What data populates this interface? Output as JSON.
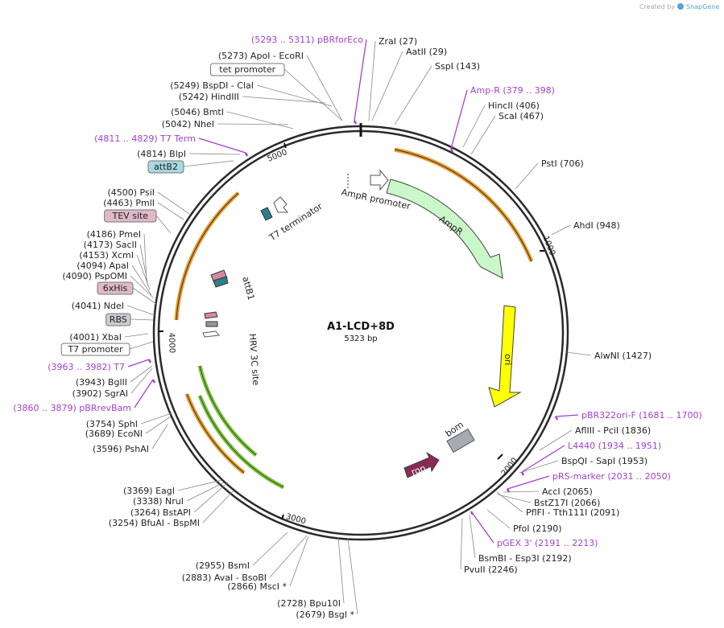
{
  "watermark": "Created by",
  "brand": "SnapGene",
  "plasmid": {
    "name": "A1-LCD+8D",
    "size": "5323 bp"
  },
  "colors": {
    "purple": "#a340cf",
    "black": "#222222",
    "ampR": "#c9f7c9",
    "ori": "#ffff00",
    "rop": "#8b2a57",
    "bom": "#a6abb2",
    "orange": "#f0a030",
    "green": "#7dc040",
    "tag_pink": "#e0b8c8",
    "tag_blue": "#a8d8e0",
    "tag_grey": "#c9cdd2"
  },
  "ticks": [
    "1000",
    "2000",
    "3000",
    "4000",
    "5000"
  ],
  "features": {
    "ampr_promoter": "AmpR promoter",
    "ampr": "AmpR",
    "ori": "ori",
    "bom": "bom",
    "rop": "rop",
    "t7_terminator": "T7 terminator",
    "attb1": "attB1",
    "hrv": "HRV 3C site"
  },
  "sites": [
    {
      "pos": "(27)",
      "name": "ZraI",
      "name2": "",
      "color": "black"
    },
    {
      "pos": "(29)",
      "name": "AatII",
      "name2": "",
      "color": "black"
    },
    {
      "pos": "(143)",
      "name": "SspI",
      "name2": "",
      "color": "black"
    },
    {
      "pos": "(379 .. 398)",
      "name": "Amp-R",
      "name2": "",
      "color": "purple"
    },
    {
      "pos": "(406)",
      "name": "HincII",
      "name2": "",
      "color": "black"
    },
    {
      "pos": "(467)",
      "name": "ScaI",
      "name2": "",
      "color": "black"
    },
    {
      "pos": "(706)",
      "name": "PstI",
      "name2": "",
      "color": "black"
    },
    {
      "pos": "(948)",
      "name": "AhdI",
      "name2": "",
      "color": "black"
    },
    {
      "pos": "(1427)",
      "name": "AlwNI",
      "name2": "",
      "color": "black"
    },
    {
      "pos": "(1681 .. 1700)",
      "name": "pBR322ori-F",
      "name2": "",
      "color": "purple"
    },
    {
      "pos": "(1836)",
      "name": "AflIII",
      "name2": "PciI",
      "color": "black"
    },
    {
      "pos": "(1934 .. 1951)",
      "name": "L4440",
      "name2": "",
      "color": "purple"
    },
    {
      "pos": "(1953)",
      "name": "BspQI",
      "name2": "SapI",
      "color": "black"
    },
    {
      "pos": "(2031 .. 2050)",
      "name": "pRS-marker",
      "name2": "",
      "color": "purple"
    },
    {
      "pos": "(2065)",
      "name": "AccI",
      "name2": "",
      "color": "black"
    },
    {
      "pos": "(2066)",
      "name": "BstZ17I",
      "name2": "",
      "color": "black"
    },
    {
      "pos": "(2091)",
      "name": "PflFI",
      "name2": "Tth111I",
      "color": "black"
    },
    {
      "pos": "(2190)",
      "name": "PfoI",
      "name2": "",
      "color": "black"
    },
    {
      "pos": "(2191 .. 2213)",
      "name": "pGEX 3'",
      "name2": "",
      "color": "purple"
    },
    {
      "pos": "(2192)",
      "name": "BsmBI",
      "name2": "Esp3I",
      "color": "black"
    },
    {
      "pos": "(2246)",
      "name": "PvuII",
      "name2": "",
      "color": "black"
    },
    {
      "pos": "(2679)",
      "name": "BsgI *",
      "name2": "",
      "color": "black"
    },
    {
      "pos": "(2728)",
      "name": "Bpu10I",
      "name2": "",
      "color": "black"
    },
    {
      "pos": "(2866)",
      "name": "MscI *",
      "name2": "",
      "color": "black"
    },
    {
      "pos": "(2883)",
      "name": "AvaI",
      "name2": "BsoBI",
      "color": "black"
    },
    {
      "pos": "(2955)",
      "name": "BsmI",
      "name2": "",
      "color": "black"
    },
    {
      "pos": "(3254)",
      "name": "BfuAI",
      "name2": "BspMI",
      "color": "black"
    },
    {
      "pos": "(3264)",
      "name": "BstAPI",
      "name2": "",
      "color": "black"
    },
    {
      "pos": "(3338)",
      "name": "NruI",
      "name2": "",
      "color": "black"
    },
    {
      "pos": "(3369)",
      "name": "EagI",
      "name2": "",
      "color": "black"
    },
    {
      "pos": "(3596)",
      "name": "PshAI",
      "name2": "",
      "color": "black"
    },
    {
      "pos": "(3689)",
      "name": "EcoNI",
      "name2": "",
      "color": "black"
    },
    {
      "pos": "(3754)",
      "name": "SphI",
      "name2": "",
      "color": "black"
    },
    {
      "pos": "(3860 .. 3879)",
      "name": "pBRrevBam",
      "name2": "",
      "color": "purple"
    },
    {
      "pos": "(3902)",
      "name": "SgrAI",
      "name2": "",
      "color": "black"
    },
    {
      "pos": "(3943)",
      "name": "BglII",
      "name2": "",
      "color": "black"
    },
    {
      "pos": "(3963 .. 3982)",
      "name": "T7",
      "name2": "",
      "color": "purple"
    },
    {
      "pos": "",
      "name": "T7 promoter",
      "name2": "",
      "color": "box-white"
    },
    {
      "pos": "(4001)",
      "name": "XbaI",
      "name2": "",
      "color": "black"
    },
    {
      "pos": "",
      "name": "RBS",
      "name2": "",
      "color": "box-grey"
    },
    {
      "pos": "(4041)",
      "name": "NdeI",
      "name2": "",
      "color": "black"
    },
    {
      "pos": "",
      "name": "6xHis",
      "name2": "",
      "color": "box-pink"
    },
    {
      "pos": "(4090)",
      "name": "PspOMI",
      "name2": "",
      "color": "black"
    },
    {
      "pos": "(4094)",
      "name": "ApaI",
      "name2": "",
      "color": "black"
    },
    {
      "pos": "(4153)",
      "name": "XcmI",
      "name2": "",
      "color": "black"
    },
    {
      "pos": "(4173)",
      "name": "SacII",
      "name2": "",
      "color": "black"
    },
    {
      "pos": "(4186)",
      "name": "PmeI",
      "name2": "",
      "color": "black"
    },
    {
      "pos": "",
      "name": "TEV site",
      "name2": "",
      "color": "box-pink"
    },
    {
      "pos": "(4463)",
      "name": "PmlI",
      "name2": "",
      "color": "black"
    },
    {
      "pos": "(4500)",
      "name": "PsiI",
      "name2": "",
      "color": "black"
    },
    {
      "pos": "",
      "name": "attB2",
      "name2": "",
      "color": "box-blue"
    },
    {
      "pos": "(4814)",
      "name": "BlpI",
      "name2": "",
      "color": "black"
    },
    {
      "pos": "(4811 .. 4829)",
      "name": "T7 Term",
      "name2": "",
      "color": "purple"
    },
    {
      "pos": "(5042)",
      "name": "NheI",
      "name2": "",
      "color": "black"
    },
    {
      "pos": "(5046)",
      "name": "BmtI",
      "name2": "",
      "color": "black"
    },
    {
      "pos": "(5242)",
      "name": "HindIII",
      "name2": "",
      "color": "black"
    },
    {
      "pos": "(5249)",
      "name": "BspDI",
      "name2": "ClaI",
      "color": "black"
    },
    {
      "pos": "",
      "name": "tet promoter",
      "name2": "",
      "color": "box-white"
    },
    {
      "pos": "(5273)",
      "name": "ApoI",
      "name2": "EcoRI",
      "color": "black"
    },
    {
      "pos": "(5293 .. 5311)",
      "name": "pBRforEco",
      "name2": "",
      "color": "purple"
    }
  ]
}
